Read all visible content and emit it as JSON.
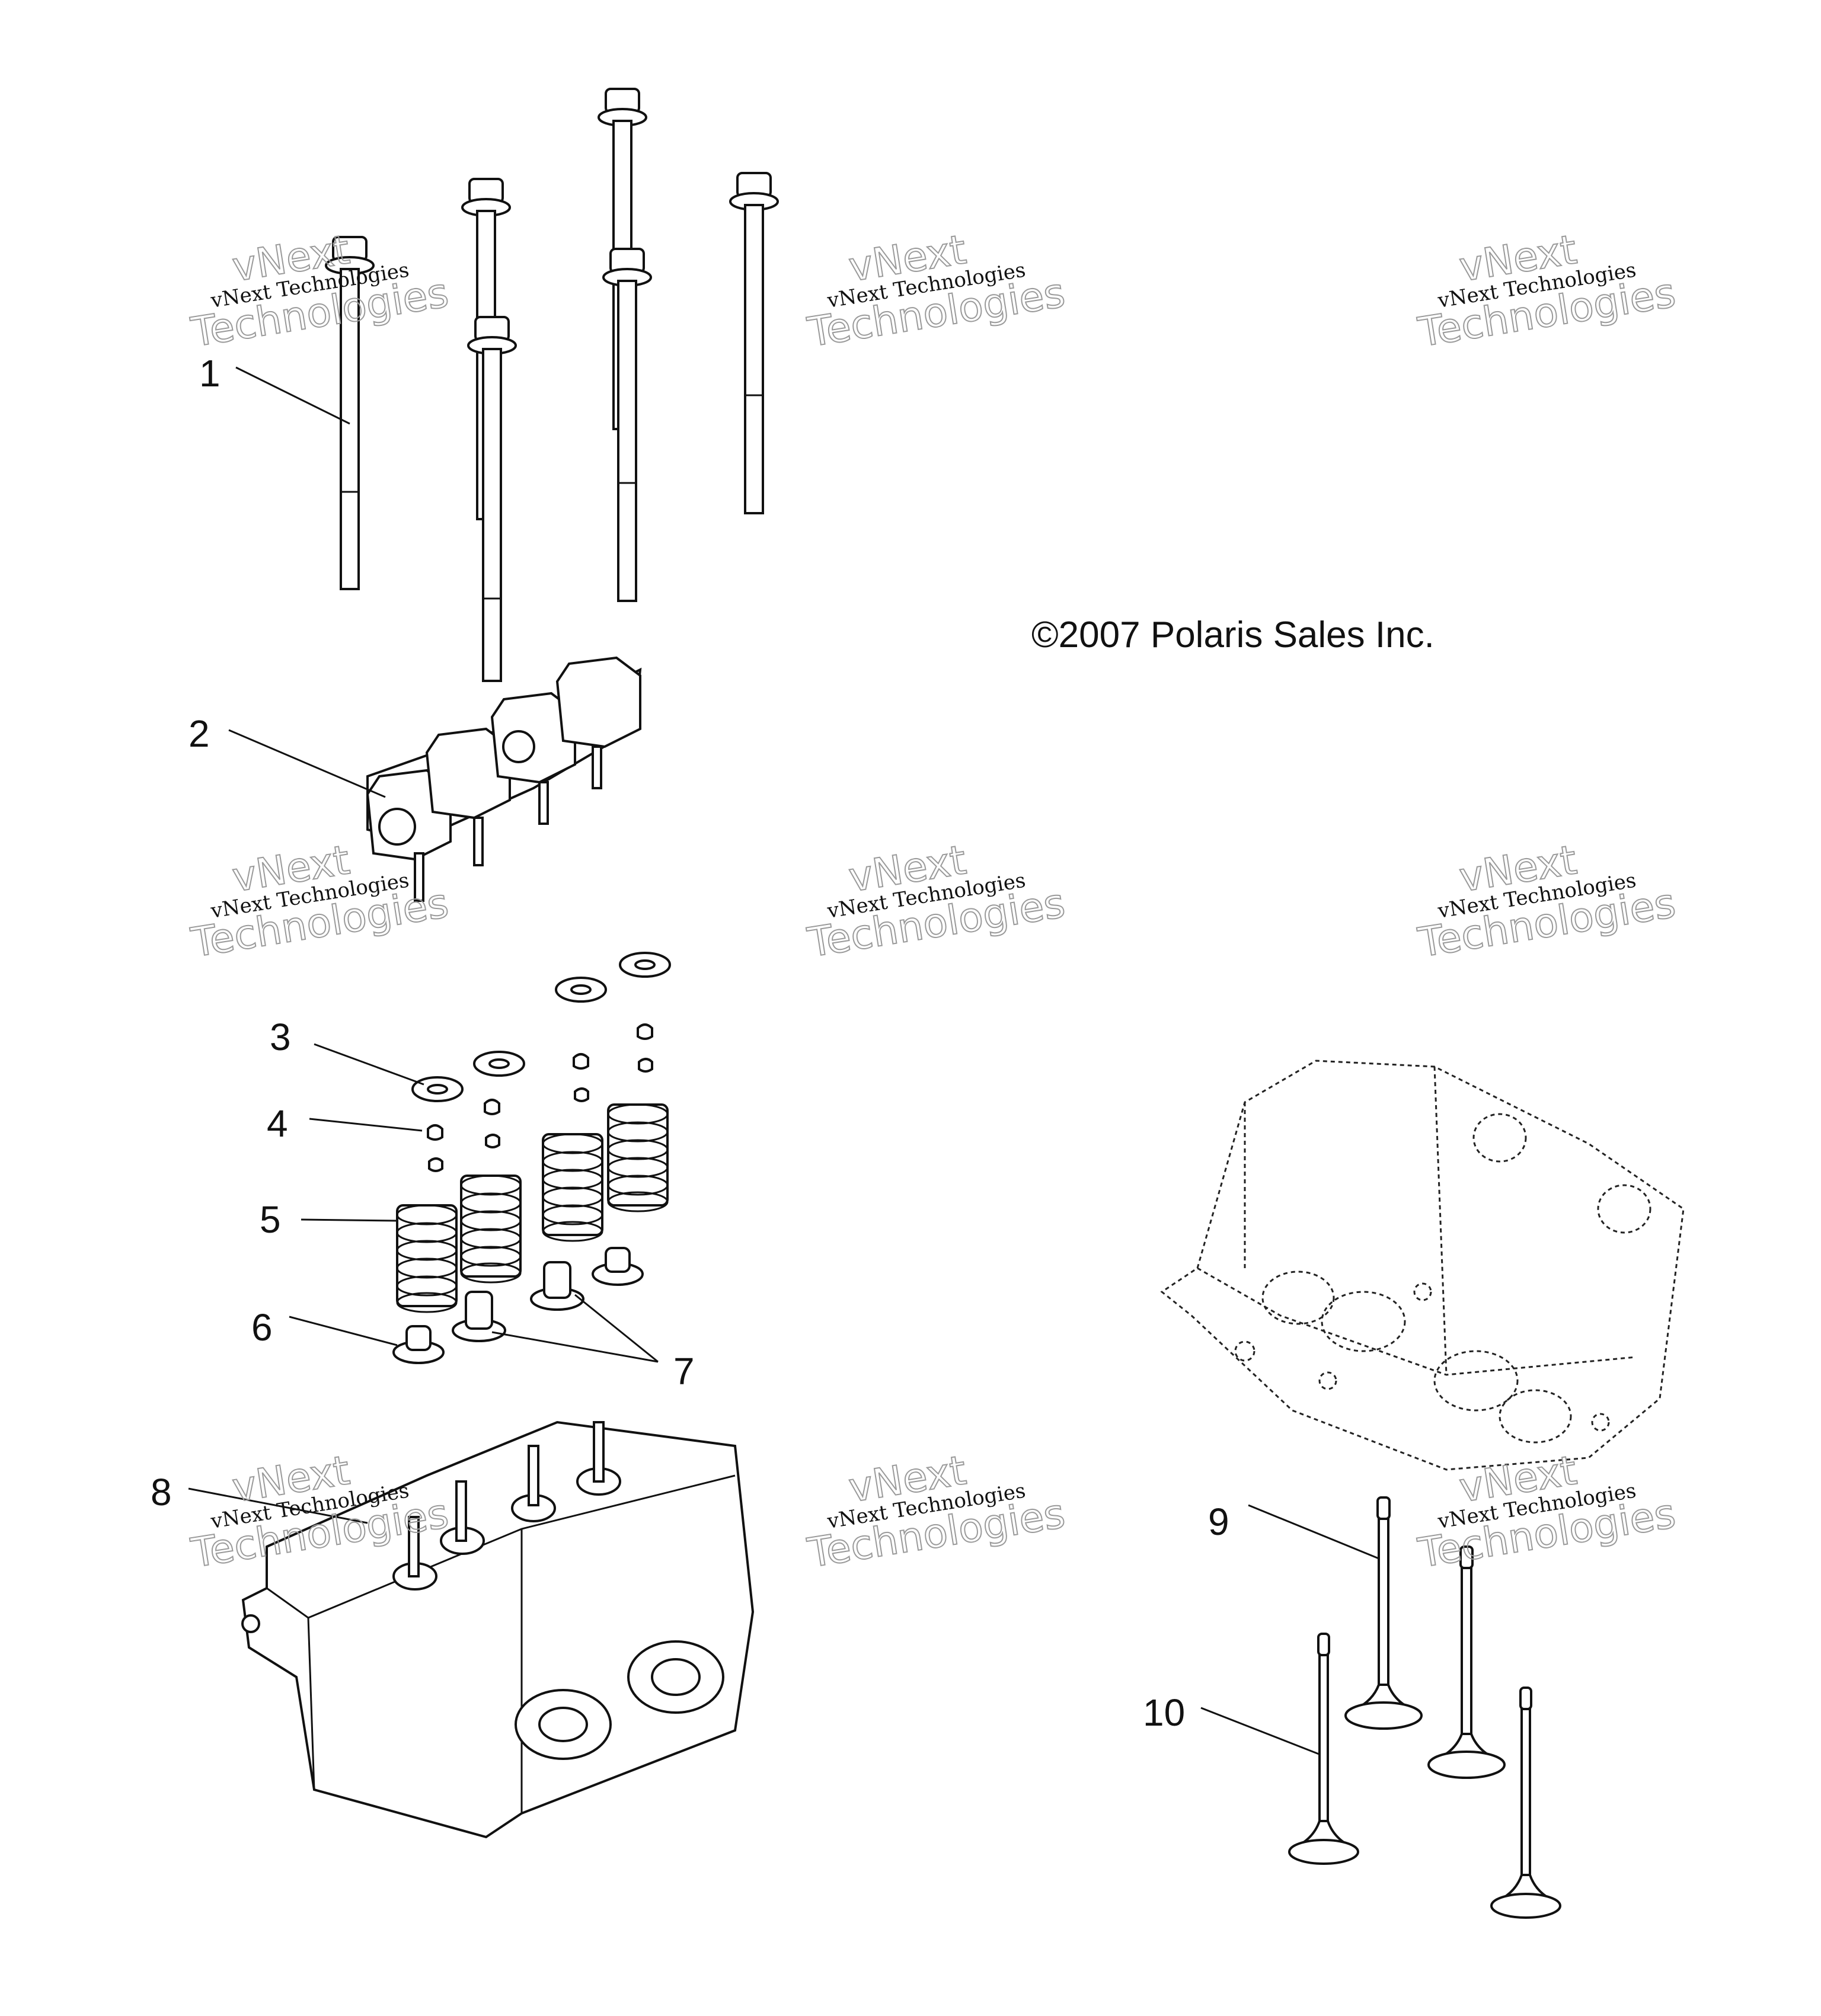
{
  "copyright": "©2007 Polaris Sales Inc.",
  "watermark": {
    "line1": "vNext Technologies",
    "line2": "vNext",
    "line3": "Technologies"
  },
  "callouts": [
    {
      "id": "1",
      "label": "1"
    },
    {
      "id": "2",
      "label": "2"
    },
    {
      "id": "3",
      "label": "3"
    },
    {
      "id": "4",
      "label": "4"
    },
    {
      "id": "5",
      "label": "5"
    },
    {
      "id": "6",
      "label": "6"
    },
    {
      "id": "7",
      "label": "7"
    },
    {
      "id": "8",
      "label": "8"
    },
    {
      "id": "9",
      "label": "9"
    },
    {
      "id": "10",
      "label": "10"
    }
  ]
}
